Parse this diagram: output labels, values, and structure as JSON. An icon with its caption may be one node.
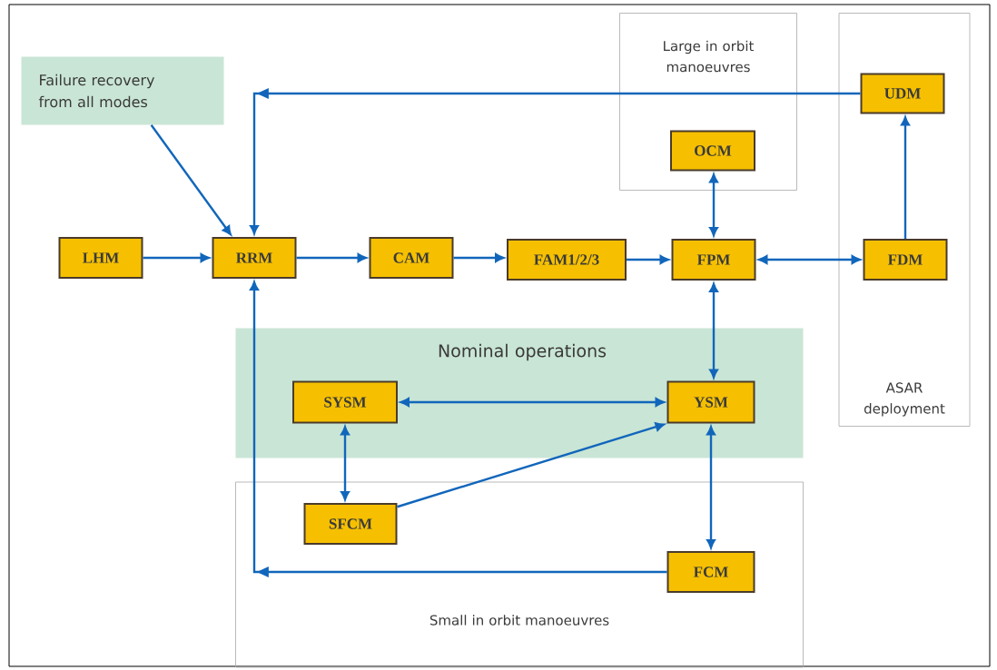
{
  "diagram": {
    "nodes": [
      {
        "text": [
          "Failure recovery from all modes"
        ]
      },
      {
        "text": [
          "Large in orbit manoeuvres"
        ]
      },
      {
        "text": [
          "OCM"
        ],
        "in": 1
      },
      {
        "text": [
          "ASAR deployment"
        ]
      },
      {
        "text": [
          "UDM"
        ],
        "in": 3
      },
      {
        "text": [
          "LHM"
        ]
      },
      {
        "text": [
          "RRM"
        ]
      },
      {
        "text": [
          "CAM"
        ]
      },
      {
        "text": [
          "FAM1/2/3"
        ]
      },
      {
        "text": [
          "FPM"
        ]
      },
      {
        "text": [
          "FDM"
        ],
        "in": 3
      },
      {
        "text": [
          "Nominal operations"
        ]
      },
      {
        "text": [
          "SYSM"
        ],
        "in": 11
      },
      {
        "text": [
          "YSM"
        ],
        "in": 11
      },
      {
        "text": [
          "Small in orbit manoeuvres"
        ]
      },
      {
        "text": [
          "SFCM"
        ],
        "in": 14
      },
      {
        "text": [
          "FCM"
        ],
        "in": 14
      }
    ],
    "edges": [
      {
        "from": 5,
        "to": 6,
        "arrow": "to"
      },
      {
        "from": 6,
        "to": 7,
        "arrow": "to"
      },
      {
        "from": 7,
        "to": 8,
        "arrow": "to"
      },
      {
        "from": 8,
        "to": 9,
        "arrow": "to"
      },
      {
        "from": 9,
        "to": 10,
        "arrow": "both"
      },
      {
        "from": 10,
        "to": 4,
        "arrow": "to"
      },
      {
        "from": 4,
        "to": 6,
        "arrow": "to"
      },
      {
        "from": 0,
        "to": 6,
        "arrow": "to"
      },
      {
        "from": 9,
        "to": 2,
        "arrow": "both"
      },
      {
        "from": 9,
        "to": 13,
        "arrow": "both"
      },
      {
        "from": 12,
        "to": 13,
        "arrow": "both"
      },
      {
        "from": 12,
        "to": 15,
        "arrow": "both"
      },
      {
        "from": 15,
        "to": 13,
        "arrow": "to"
      },
      {
        "from": 13,
        "to": 16,
        "arrow": "both"
      },
      {
        "from": 16,
        "to": 6,
        "arrow": "to"
      }
    ]
  }
}
